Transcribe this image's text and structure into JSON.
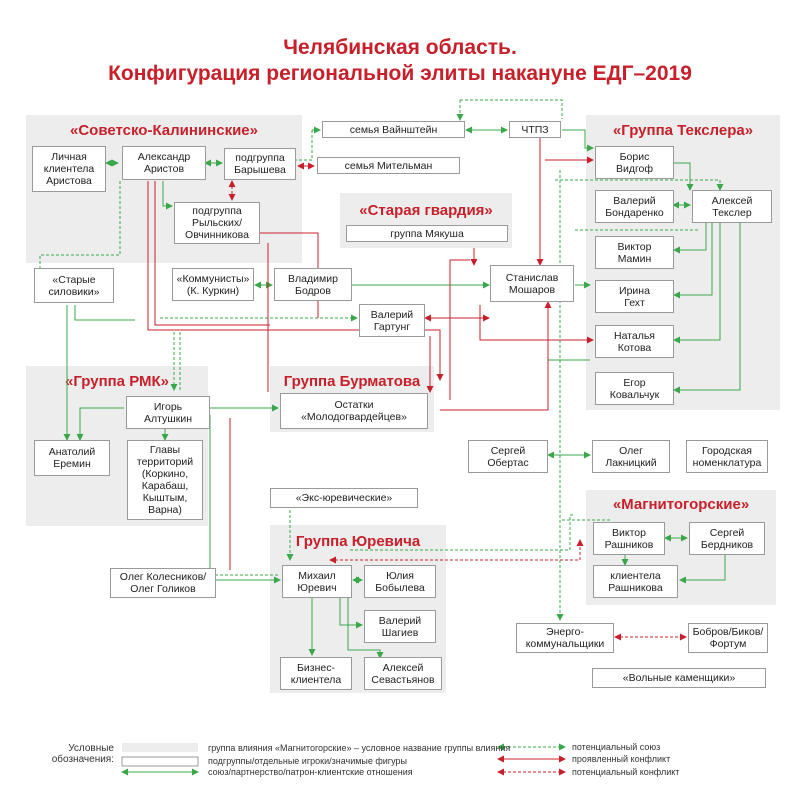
{
  "title": {
    "line1": "Челябинская область.",
    "line2": "Конфигурация региональной элиты накануне ЕДГ–2019"
  },
  "groups": {
    "sovetsko": "«Советско-Калининские»",
    "teksler": "«Группа Текслера»",
    "staraya": "«Старая гвардия»",
    "rmk": "«Группа РМК»",
    "burmatov": "Группа Бурматова",
    "magnit": "«Магнитогорские»",
    "yurevich": "Группа Юревича"
  },
  "nodes": {
    "clients_aristov": "Личная\nклиентела\nАристова",
    "aristov": "Александр\nАристов",
    "barysheva": "подгруппа\nБарышева",
    "rylskih": "подгруппа\nРыльских/\nОвчинникова",
    "vainshtein": "семья Вайнштейн",
    "chtpz": "ЧТПЗ",
    "mitelman": "семья Мительман",
    "myakush": "группа Мякуша",
    "vidgof": "Борис\nВидгоф",
    "bondarenko": "Валерий\nБондаренко",
    "teksler_p": "Алексей\nТекслер",
    "mamin": "Виктор\nМамин",
    "geht": "Ирина\nГехт",
    "kotova": "Наталья\nКотова",
    "kovalchuk": "Егор\nКовальчук",
    "starye_siloviki": "«Старые\nсиловики»",
    "kommunisty": "«Коммунисты»\n(К. Куркин)",
    "bodrov": "Владимир\nБодров",
    "mosharov": "Станислав\nМошаров",
    "gartung": "Валерий\nГартунг",
    "altushkin": "Игорь\nАлтушкин",
    "eremin": "Анатолий\nЕремин",
    "glavy": "Главы\nтерриторий\n(Коркино,\nКарабаш,\nКыштым,\nВарна)",
    "molodogv": "Остатки\n«Молодогвардейцев»",
    "obertas": "Сергей\nОбертас",
    "laknitsky": "Олег\nЛакницкий",
    "gor_nomenk": "Городская\nноменклатура",
    "eks_yurev": "«Экс-юревические»",
    "rashnikov": "Виктор\nРашников",
    "berdnikov": "Сергей\nБердников",
    "clients_rashnikov": "клиентела\nРашникова",
    "kolesnikov": "Олег Колесников/\nОлег Голиков",
    "yurevich_p": "Михаил\nЮревич",
    "bobyleva": "Юлия\nБобылева",
    "shagiev": "Валерий\nШагиев",
    "biz_clients": "Бизнес-\nклиентела",
    "sevastyanov": "Алексей\nСевастьянов",
    "energo": "Энерго-\nкоммунальщики",
    "bobrov": "Бобров/Биков/\nФортум",
    "volnye": "«Вольные каменщики»"
  },
  "legend": {
    "heading": "Условные\nобозначения:",
    "group_item": "группа влияния «Магнитогорские» – условное название группы влияния",
    "node_item": "подгруппы/отдельные игроки/значимые фигуры",
    "alliance_item": "союз/партнерство/патрон-клиентские отношения",
    "potential_alliance": "потенциальный союз",
    "conflict": "проявленный конфликт",
    "potential_conflict": "потенциальный конфликт"
  },
  "colors": {
    "green": "#3aa84a",
    "red": "#c8202a",
    "group_bg": "#ededed"
  }
}
